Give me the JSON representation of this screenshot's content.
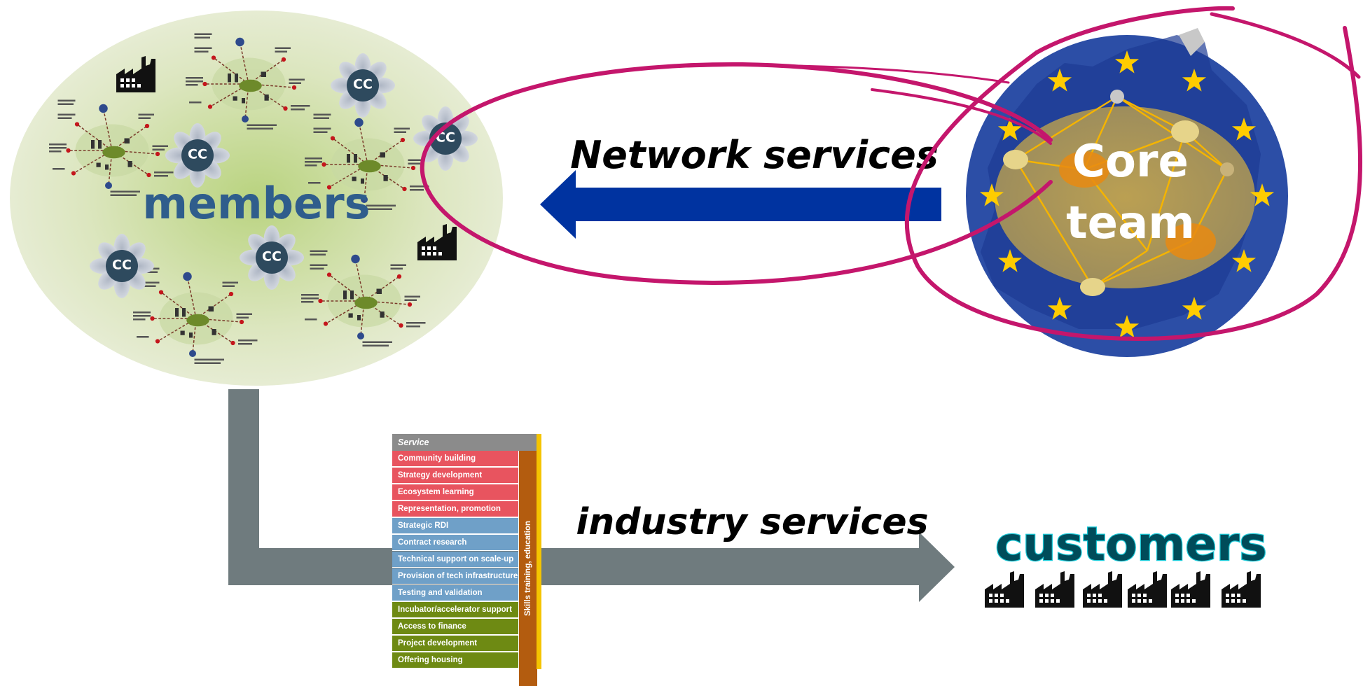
{
  "members": {
    "label": "members",
    "cc_label": "CC"
  },
  "core": {
    "line1": "Core",
    "line2": "team"
  },
  "arrows": {
    "network_services": "Network services",
    "industry_services": "industry services"
  },
  "customers": {
    "label": "customers"
  },
  "service_table": {
    "header": "Service",
    "side_label": "Skills training, education",
    "rows": [
      {
        "label": "Community building",
        "color": "#e8545f"
      },
      {
        "label": "Strategy development",
        "color": "#e8545f"
      },
      {
        "label": "Ecosystem learning",
        "color": "#e8545f"
      },
      {
        "label": "Representation, promotion",
        "color": "#e8545f"
      },
      {
        "label": "Strategic RDI",
        "color": "#6fa0c8"
      },
      {
        "label": "Contract research",
        "color": "#6fa0c8"
      },
      {
        "label": "Technical support on scale-up",
        "color": "#6fa0c8"
      },
      {
        "label": "Provision of tech infrastructure",
        "color": "#6fa0c8"
      },
      {
        "label": "Testing and validation",
        "color": "#6fa0c8"
      },
      {
        "label": "Incubator/accelerator  support",
        "color": "#6e8a13"
      },
      {
        "label": "Access to finance",
        "color": "#6e8a13"
      },
      {
        "label": "Project development",
        "color": "#6e8a13"
      },
      {
        "label": "Offering housing",
        "color": "#6e8a13"
      }
    ]
  },
  "colors": {
    "members_text": "#2f5d8c",
    "cc_circle": "#2e4a5e",
    "network_arrow": "#0033a0",
    "industry_arrow": "#6f7b7e",
    "ring": "#c4166c",
    "eu_blue": "#2c4ea6",
    "eu_star": "#ffcc00",
    "customers_text": "#004c5a"
  },
  "icons": {
    "factory": "factory-icon",
    "star": "star-icon",
    "cc": "cc-node-icon"
  }
}
